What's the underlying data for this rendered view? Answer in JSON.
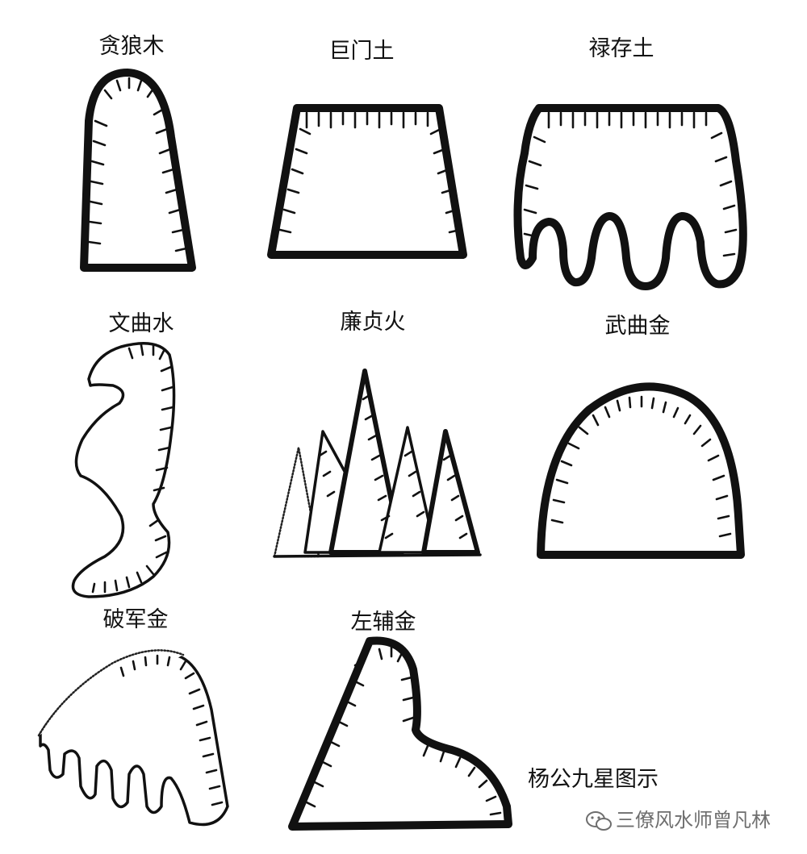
{
  "labels": {
    "tanlang_mu": "贪狼木",
    "jumen_tu": "巨门土",
    "lucun_tu": "禄存土",
    "wenqu_shui": "文曲水",
    "lianzhen_huo": "廉贞火",
    "wuqu_jin": "武曲金",
    "pojun_jin": "破军金",
    "zuofu_jin": "左辅金"
  },
  "caption": "杨公九星图示",
  "watermark": {
    "text": "三僚风水师曾凡林",
    "icon": "wechat-icon"
  },
  "colors": {
    "ink": "#111111",
    "watermark": "#6e6e6e",
    "background": "#ffffff"
  }
}
